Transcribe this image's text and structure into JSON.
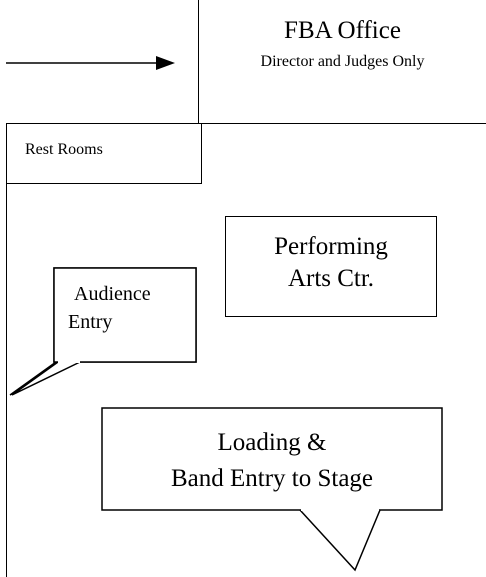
{
  "fba_office": {
    "title": "FBA Office",
    "subtitle": "Director and Judges Only"
  },
  "rest_rooms": {
    "label": "Rest Rooms"
  },
  "performing_arts": {
    "line1": "Performing",
    "line2": "Arts Ctr."
  },
  "audience_entry": {
    "line1": "Audience",
    "line2": "Entry"
  },
  "loading_entry": {
    "line1": "Loading &",
    "line2": "Band Entry to Stage"
  }
}
